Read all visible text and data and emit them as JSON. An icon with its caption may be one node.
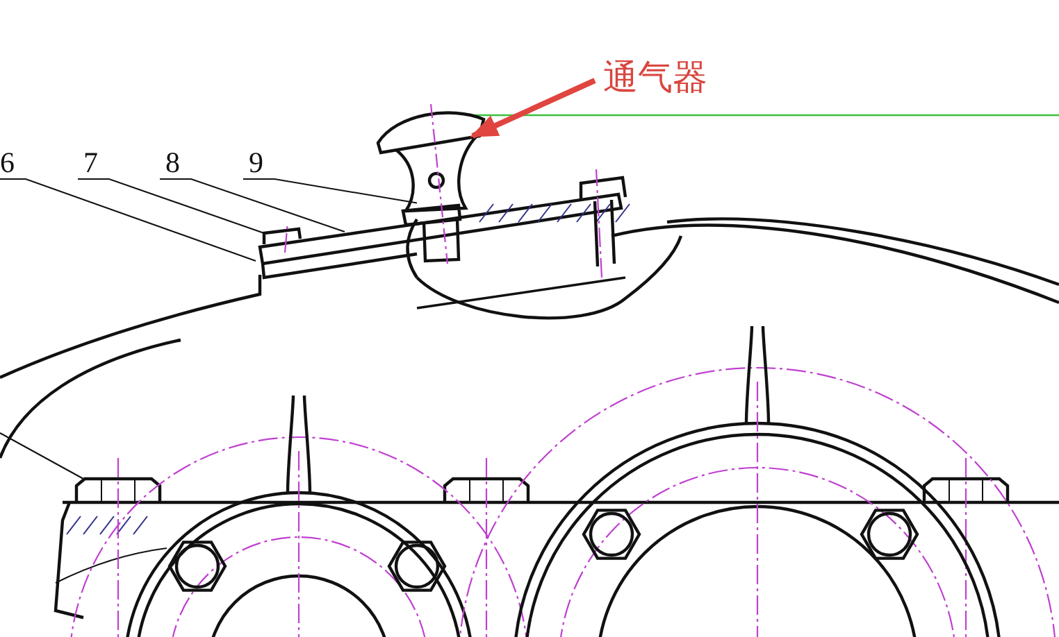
{
  "diagram": {
    "nodes": [
      {
        "text": [
          "6"
        ]
      },
      {
        "text": [
          "7"
        ]
      },
      {
        "text": [
          "8"
        ]
      },
      {
        "text": [
          "9"
        ]
      },
      {
        "text": [
          "通气器"
        ]
      },
      {
        "text": [],
        "shape": "picture"
      }
    ],
    "edges": [
      {
        "from": 0,
        "to": null,
        "arrow": "none"
      },
      {
        "from": 1,
        "to": null,
        "arrow": "none"
      },
      {
        "from": 2,
        "to": null,
        "arrow": "none"
      },
      {
        "from": 3,
        "to": 5,
        "arrow": "none"
      },
      {
        "from": 4,
        "to": 5,
        "arrow": "to",
        "style": "thick",
        "color": "#e0453f"
      }
    ]
  }
}
